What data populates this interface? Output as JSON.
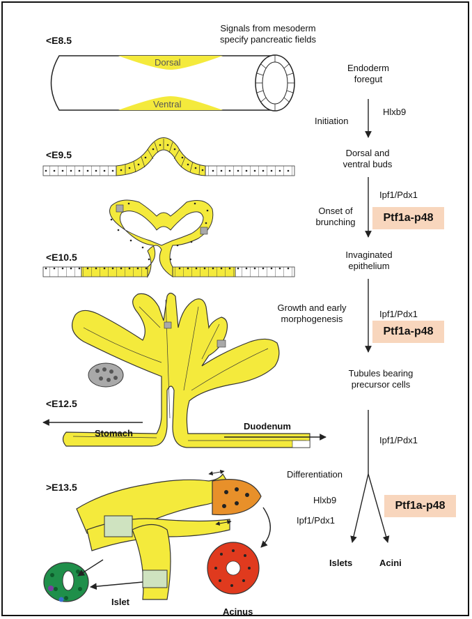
{
  "stages": {
    "e85": "<E8.5",
    "e95": "<E9.5",
    "e105": "<E10.5",
    "e125": "<E12.5",
    "e135": ">E13.5"
  },
  "tube": {
    "dorsal": "Dorsal",
    "ventral": "Ventral"
  },
  "signals": {
    "line1": "Signals from mesoderm",
    "line2": "specify pancreatic fields"
  },
  "flow": {
    "endoderm_1": "Endoderm",
    "endoderm_2": "foregut",
    "initiation": "Initiation",
    "hlxb9_1": "Hlxb9",
    "buds_1": "Dorsal and",
    "buds_2": "ventral buds",
    "ipf1_1": "Ipf1/Pdx1",
    "onset_1": "Onset of",
    "onset_2": "brunching",
    "ptf1a_1": "Ptf1a-p48",
    "invag_1": "Invaginated",
    "invag_2": "epithelium",
    "growth_1": "Growth and early",
    "growth_2": "morphogenesis",
    "ipf1_2": "Ipf1/Pdx1",
    "ptf1a_2": "Ptf1a-p48",
    "tubules_1": "Tubules bearing",
    "tubules_2": "precursor cells",
    "ipf1_3": "Ipf1/Pdx1",
    "differentiation": "Differentiation",
    "hlxb9_2": "Hlxb9",
    "ipf1_4": "Ipf1/Pdx1",
    "ptf1a_3": "Ptf1a-p48",
    "islets": "Islets",
    "acini": "Acini"
  },
  "anatomy": {
    "stomach": "Stomach",
    "duodenum": "Duodenum",
    "islet": "Islet",
    "acinus": "Acinus"
  },
  "colors": {
    "epithelium": "#f4ea3c",
    "precursor": "#a9a9a9",
    "highlight": "#f8d6bd",
    "acinar": "#e03a1e",
    "islet": "#1f8f4a",
    "orange_tip": "#e8902a"
  }
}
